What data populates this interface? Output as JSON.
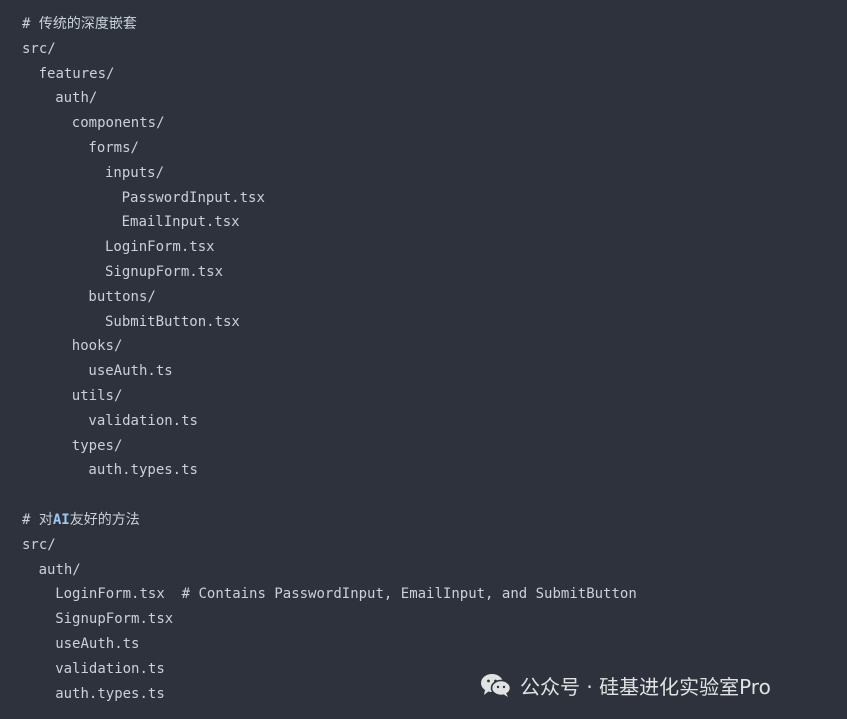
{
  "code": {
    "lines": [
      {
        "indent": 0,
        "text": "# 传统的深度嵌套"
      },
      {
        "indent": 0,
        "text": "src/"
      },
      {
        "indent": 1,
        "text": "features/"
      },
      {
        "indent": 2,
        "text": "auth/"
      },
      {
        "indent": 3,
        "text": "components/"
      },
      {
        "indent": 4,
        "text": "forms/"
      },
      {
        "indent": 5,
        "text": "inputs/"
      },
      {
        "indent": 6,
        "text": "PasswordInput.tsx"
      },
      {
        "indent": 6,
        "text": "EmailInput.tsx"
      },
      {
        "indent": 5,
        "text": "LoginForm.tsx"
      },
      {
        "indent": 5,
        "text": "SignupForm.tsx"
      },
      {
        "indent": 4,
        "text": "buttons/"
      },
      {
        "indent": 5,
        "text": "SubmitButton.tsx"
      },
      {
        "indent": 3,
        "text": "hooks/"
      },
      {
        "indent": 4,
        "text": "useAuth.ts"
      },
      {
        "indent": 3,
        "text": "utils/"
      },
      {
        "indent": 4,
        "text": "validation.ts"
      },
      {
        "indent": 3,
        "text": "types/"
      },
      {
        "indent": 4,
        "text": "auth.types.ts"
      },
      {
        "indent": 0,
        "text": ""
      },
      {
        "indent": 0,
        "text_before": "# 对",
        "text_highlight": "AI",
        "text_after": "友好的方法"
      },
      {
        "indent": 0,
        "text": "src/"
      },
      {
        "indent": 1,
        "text": "auth/"
      },
      {
        "indent": 2,
        "text": "LoginForm.tsx  # Contains PasswordInput, EmailInput, and SubmitButton"
      },
      {
        "indent": 2,
        "text": "SignupForm.tsx"
      },
      {
        "indent": 2,
        "text": "useAuth.ts"
      },
      {
        "indent": 2,
        "text": "validation.ts"
      },
      {
        "indent": 2,
        "text": "auth.types.ts"
      }
    ]
  },
  "watermark": {
    "icon": "wechat-icon",
    "text": "公众号 · 硅基进化实验室Pro"
  }
}
